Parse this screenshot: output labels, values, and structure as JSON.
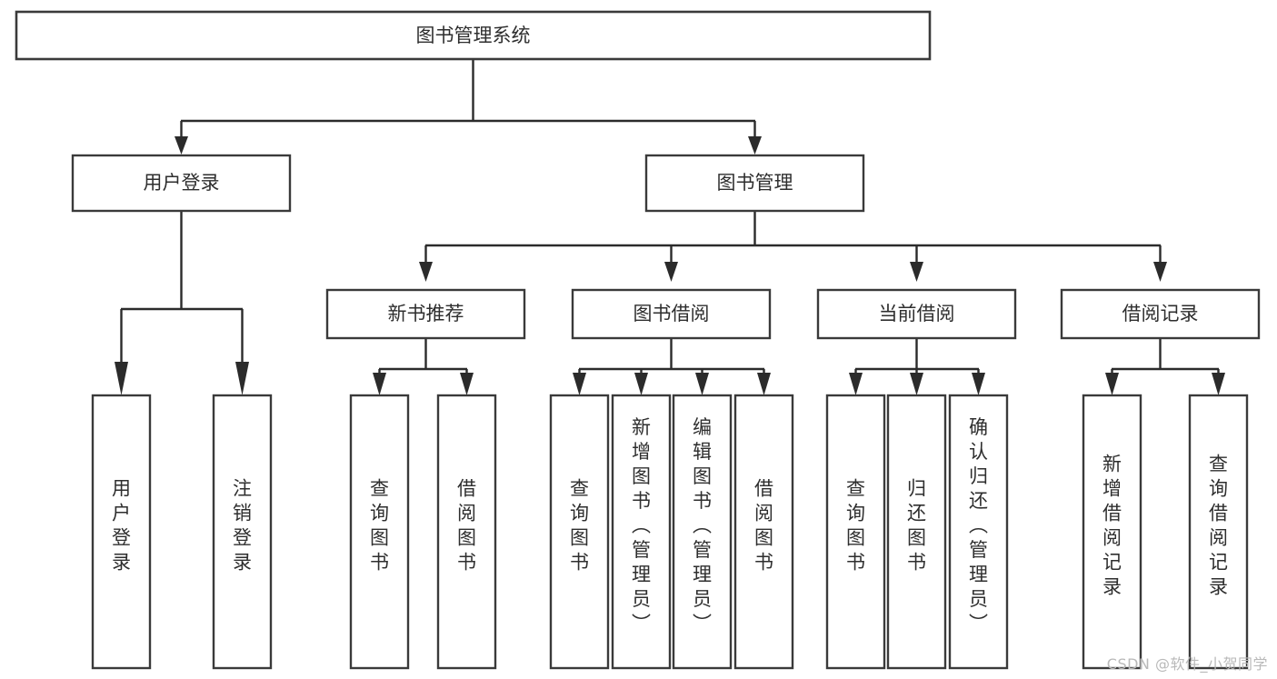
{
  "diagram": {
    "title": "图书管理系统",
    "type": "tree-hierarchy-diagram",
    "watermark": "CSDN @软件_小贺同学",
    "colors": {
      "background": "#ffffff",
      "box_stroke": "#3a3a3a",
      "box_fill": "#ffffff",
      "edge": "#2b2b2b",
      "text": "#2e2e2e",
      "watermark": "#b9b9b9"
    },
    "root": {
      "label": "图书管理系统"
    },
    "level1": [
      {
        "id": "user-login",
        "label": "用户登录"
      },
      {
        "id": "book-management",
        "label": "图书管理"
      }
    ],
    "level2": [
      {
        "id": "new-book-recommend",
        "label": "新书推荐",
        "parent": "book-management"
      },
      {
        "id": "book-borrow",
        "label": "图书借阅",
        "parent": "book-management"
      },
      {
        "id": "current-borrow",
        "label": "当前借阅",
        "parent": "book-management"
      },
      {
        "id": "borrow-record",
        "label": "借阅记录",
        "parent": "book-management"
      }
    ],
    "leaves": {
      "user-login": [
        {
          "id": "leaf-user-login",
          "label": "用户登录"
        },
        {
          "id": "leaf-logout-login",
          "label": "注销登录"
        }
      ],
      "new-book-recommend": [
        {
          "id": "leaf-query-book-1",
          "label": "查询图书"
        },
        {
          "id": "leaf-borrow-book-1",
          "label": "借阅图书"
        }
      ],
      "book-borrow": [
        {
          "id": "leaf-query-book-2",
          "label": "查询图书"
        },
        {
          "id": "leaf-add-book-admin",
          "label": "新增图书（管理员）"
        },
        {
          "id": "leaf-edit-book-admin",
          "label": "编辑图书（管理员）"
        },
        {
          "id": "leaf-borrow-book-2",
          "label": "借阅图书"
        }
      ],
      "current-borrow": [
        {
          "id": "leaf-query-book-3",
          "label": "查询图书"
        },
        {
          "id": "leaf-return-book",
          "label": "归还图书"
        },
        {
          "id": "leaf-confirm-return-admin",
          "label": "确认归还（管理员）"
        }
      ],
      "borrow-record": [
        {
          "id": "leaf-add-borrow-record",
          "label": "新增借阅记录"
        },
        {
          "id": "leaf-query-borrow-record",
          "label": "查询借阅记录"
        }
      ]
    }
  }
}
